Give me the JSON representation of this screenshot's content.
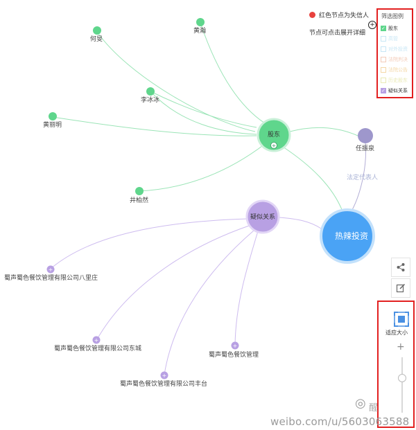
{
  "hint": {
    "red_node_text": "红色节点为失信人",
    "expand_text": "节点可点击展开详细",
    "red_color": "#e8413d"
  },
  "legend": {
    "title": "筛选图例",
    "items": [
      {
        "label": "股东",
        "checked": true,
        "color": "#5fd68c"
      },
      {
        "label": "高管",
        "checked": false,
        "color": "#c7e6f5"
      },
      {
        "label": "对外投资",
        "checked": false,
        "color": "#c7e6f5"
      },
      {
        "label": "法院判决",
        "checked": false,
        "color": "#f3cbb8"
      },
      {
        "label": "法院公告",
        "checked": false,
        "color": "#f4d7a6"
      },
      {
        "label": "历史股东",
        "checked": false,
        "color": "#e9e9b4"
      },
      {
        "label": "疑似关系",
        "checked": true,
        "color": "#b8a0e3"
      }
    ]
  },
  "graph": {
    "center": {
      "label": "热辣投资",
      "color": "#4aa3f5"
    },
    "hubs": [
      {
        "id": "shareholder",
        "label": "股东",
        "color": "#5fd68c"
      },
      {
        "id": "suspect",
        "label": "疑似关系",
        "color": "#b8a0e3"
      }
    ],
    "person_legal": {
      "label": "任振泉",
      "color": "#9e97cc"
    },
    "edge_label": "法定代表人",
    "shareholders": [
      {
        "label": "何旻",
        "color": "#5fd68c"
      },
      {
        "label": "黄瀚",
        "color": "#5fd68c"
      },
      {
        "label": "李冰冰",
        "color": "#5fd68c"
      },
      {
        "label": "黄丽明",
        "color": "#5fd68c"
      },
      {
        "label": "井柏然",
        "color": "#5fd68c"
      }
    ],
    "suspects": [
      {
        "label": "蜀声蜀色餐饮管理有限公司八里庄",
        "color": "#b8a0e3"
      },
      {
        "label": "蜀声蜀色餐饮管理有限公司东城",
        "color": "#b8a0e3"
      },
      {
        "label": "蜀声蜀色餐饮管理",
        "color": "#b8a0e3"
      },
      {
        "label": "蜀声蜀色餐饮管理有限公司丰台",
        "color": "#b8a0e3"
      }
    ]
  },
  "toolbar": {
    "share_icon": "share-icon",
    "edit_icon": "edit-icon",
    "fit_label": "适应大小",
    "zoom_in": "+"
  },
  "watermark": {
    "url": "weibo.com/u/5603063588",
    "name": "醒"
  }
}
